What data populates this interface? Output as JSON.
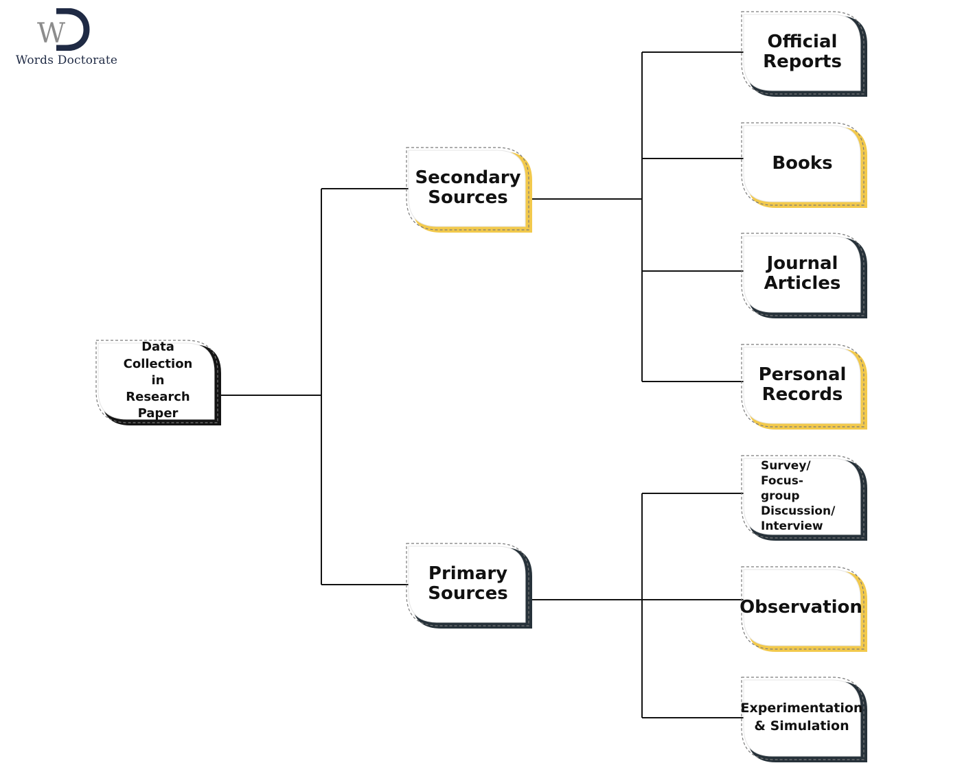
{
  "logo": {
    "mark_left": "W",
    "mark_right": "D",
    "name": "Words Doctorate"
  },
  "colors": {
    "yellow": "#f2c94c",
    "dark": "#27323a",
    "black": "#151515",
    "line": "#111111",
    "dash": "#7a7a7a"
  },
  "diagram": {
    "root": {
      "text": "Data Collection\nin\nResearch Paper",
      "accent": "black"
    },
    "branches": [
      {
        "text": "Secondary\nSources",
        "accent": "yellow",
        "children": [
          {
            "text": "Official\nReports",
            "accent": "dark"
          },
          {
            "text": "Books",
            "accent": "yellow"
          },
          {
            "text": "Journal\nArticles",
            "accent": "dark"
          },
          {
            "text": "Personal\nRecords",
            "accent": "yellow"
          }
        ]
      },
      {
        "text": "Primary\nSources",
        "accent": "dark",
        "children": [
          {
            "text": "Survey/ Focus-\ngroup\nDiscussion/\nInterview",
            "accent": "dark"
          },
          {
            "text": "Observation",
            "accent": "yellow"
          },
          {
            "text": "Experimentation\n& Simulation",
            "accent": "dark"
          }
        ]
      }
    ]
  }
}
